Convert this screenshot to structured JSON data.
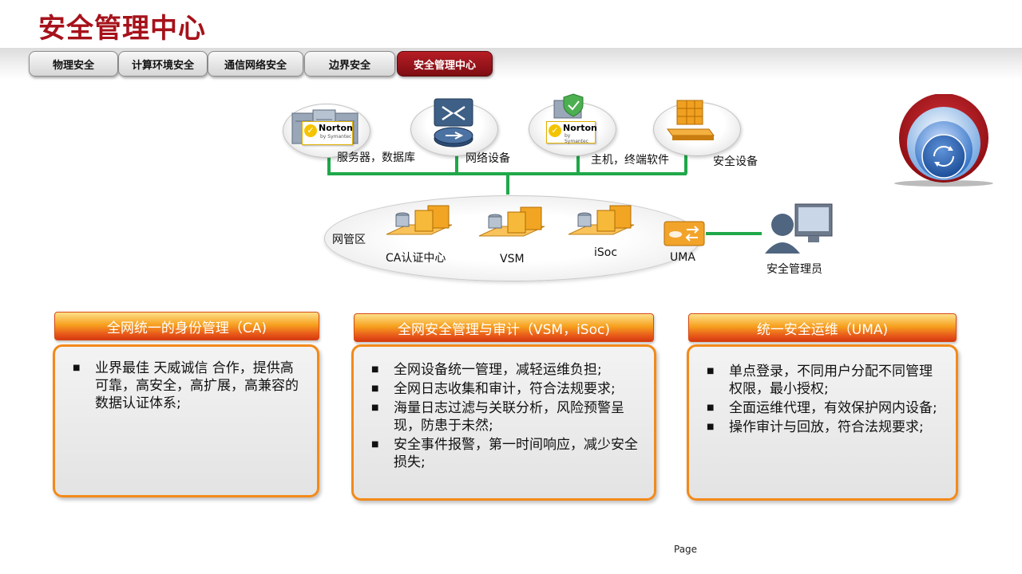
{
  "title": "安全管理中心",
  "tabs": [
    {
      "label": "物理安全"
    },
    {
      "label": "计算环境安全"
    },
    {
      "label": "通信网络安全"
    },
    {
      "label": "边界安全"
    },
    {
      "label": "安全管理中心"
    }
  ],
  "diagram": {
    "top_devices": [
      {
        "label": "服务器，数据库",
        "brand": "Norton",
        "brand_sub": "by Symantec"
      },
      {
        "label": "网络设备"
      },
      {
        "label": "主机，终端软件",
        "brand": "Norton",
        "brand_sub": "by Symantec"
      },
      {
        "label": "安全设备"
      }
    ],
    "zone_label": "网管区",
    "zone_items": [
      {
        "label": "CA认证中心"
      },
      {
        "label": "VSM"
      },
      {
        "label": "iSoc"
      },
      {
        "label": "UMA"
      }
    ],
    "admin_label": "安全管理员",
    "colors": {
      "link": "#1fa84a",
      "accent": "#a6121a",
      "box_border": "#f28a1a"
    }
  },
  "panels": [
    {
      "header": "全网统一的身份管理（CA)",
      "items": [
        "业界最佳 天威诚信 合作，提供高可靠，高安全，高扩展，高兼容的数据认证体系;"
      ]
    },
    {
      "header": "全网安全管理与审计（VSM，iSoc)",
      "items": [
        "全网设备统一管理，减轻运维负担;",
        "全网日志收集和审计，符合法规要求;",
        "海量日志过滤与关联分析，风险预警呈现，防患于未然;",
        "安全事件报警，第一时间响应，减少安全损失;"
      ]
    },
    {
      "header": "统一安全运维（UMA)",
      "items": [
        "单点登录，不同用户分配不同管理权限，最小授权;",
        "全面运维代理，有效保护网内设备;",
        "操作审计与回放，符合法规要求;"
      ]
    }
  ],
  "footer": {
    "page_label": "Page"
  }
}
